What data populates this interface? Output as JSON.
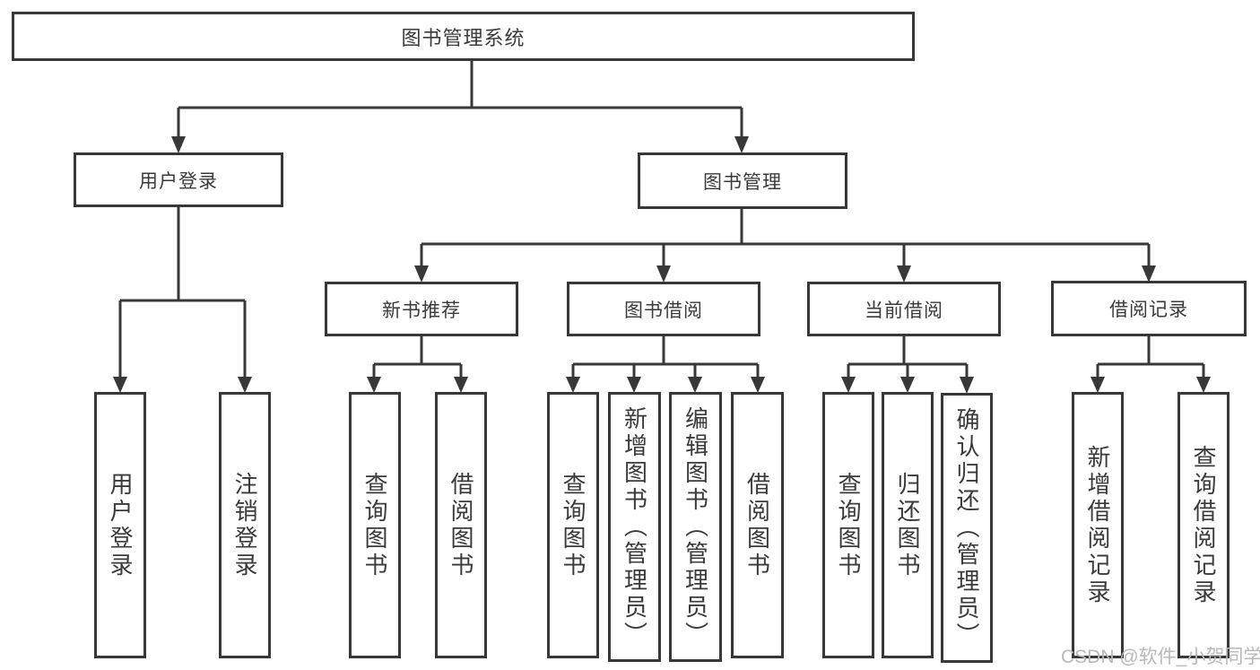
{
  "diagram": {
    "title": "图书管理系统",
    "branches": {
      "user_login": {
        "label": "用户登录",
        "children": [
          "用户登录",
          "注销登录"
        ]
      },
      "book_management": {
        "label": "图书管理",
        "children": [
          {
            "label": "新书推荐",
            "children": [
              "查询图书",
              "借阅图书"
            ]
          },
          {
            "label": "图书借阅",
            "children": [
              "查询图书",
              "新增图书（管理员）",
              "编辑图书（管理员）",
              "借阅图书"
            ]
          },
          {
            "label": "当前借阅",
            "children": [
              "查询图书",
              "归还图书",
              "确认归还（管理员）"
            ]
          },
          {
            "label": "借阅记录",
            "children": [
              "新增借阅记录",
              "查询借阅记录"
            ]
          }
        ]
      }
    },
    "watermark": "CSDN @软件_小贺同学",
    "colors": {
      "line": "#383838",
      "box_border": "#383838",
      "text": "#3a3a3a",
      "watermark": "#b9b9b9",
      "background": "#ffffff"
    }
  }
}
